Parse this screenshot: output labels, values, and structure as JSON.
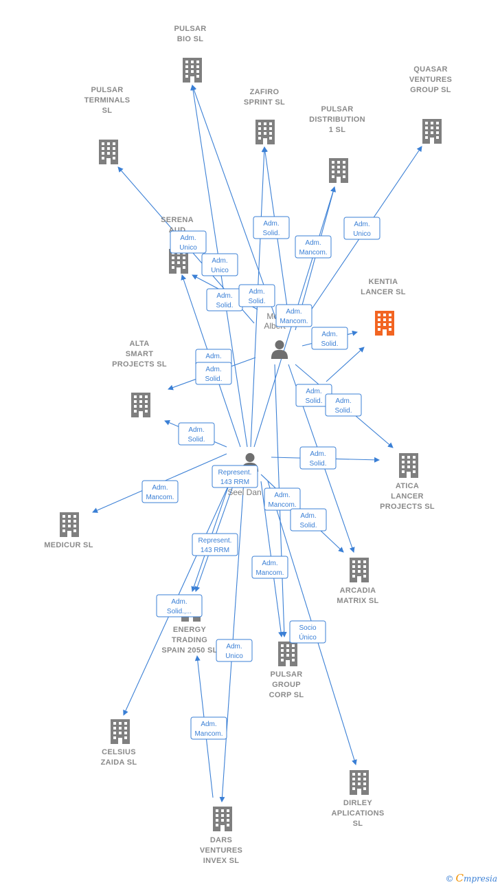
{
  "colors": {
    "edge": "#3a7fd5",
    "building": "#7f7f7f",
    "highlight": "#f26522",
    "person": "#6f6f6f"
  },
  "people": [
    {
      "id": "p1",
      "lines": [
        "Mon",
        "Albert"
      ],
      "icon": "person-icon"
    },
    {
      "id": "p2",
      "lines": [
        "a",
        "Seel Dan"
      ],
      "icon": "person-icon"
    }
  ],
  "companies": [
    {
      "id": "pulsar_bio",
      "lines": [
        "PULSAR",
        "BIO  SL"
      ]
    },
    {
      "id": "zafiro",
      "lines": [
        "ZAFIRO",
        "SPRINT  SL"
      ]
    },
    {
      "id": "quasar",
      "lines": [
        "QUASAR",
        "VENTURES",
        "GROUP  SL"
      ]
    },
    {
      "id": "pulsar_terminals",
      "lines": [
        "PULSAR",
        "TERMINALS",
        "SL"
      ]
    },
    {
      "id": "pulsar_distribution",
      "lines": [
        "PULSAR",
        "DISTRIBUTION",
        "1  SL"
      ]
    },
    {
      "id": "serena",
      "lines": [
        "SERENA",
        "AUD"
      ]
    },
    {
      "id": "kentia",
      "lines": [
        "KENTIA",
        "LANCER  SL"
      ],
      "highlight": true
    },
    {
      "id": "alta",
      "lines": [
        "ALTA",
        "SMART",
        "PROJECTS  SL"
      ]
    },
    {
      "id": "atica",
      "lines": [
        "ATICA",
        "LANCER",
        "PROJECTS  SL"
      ]
    },
    {
      "id": "medicur",
      "lines": [
        "MEDICUR SL"
      ]
    },
    {
      "id": "arcadia",
      "lines": [
        "ARCADIA",
        "MATRIX  SL"
      ]
    },
    {
      "id": "energy",
      "lines": [
        "ENERGY",
        "TRADING",
        "SPAIN 2050  SL"
      ]
    },
    {
      "id": "pulsar_group",
      "lines": [
        "PULSAR",
        "GROUP",
        "CORP  SL"
      ]
    },
    {
      "id": "celsius",
      "lines": [
        "CELSIUS",
        "ZAIDA  SL"
      ]
    },
    {
      "id": "dirley",
      "lines": [
        "DIRLEY",
        "APLICATIONS",
        "SL"
      ]
    },
    {
      "id": "dars",
      "lines": [
        "DARS",
        "VENTURES",
        "INVEX  SL"
      ]
    }
  ],
  "edge_labels": [
    [
      "Adm.",
      "Solid."
    ],
    [
      "Adm.",
      "Unico"
    ],
    [
      "Adm.",
      "Unico"
    ],
    [
      "Adm.",
      "Mancom."
    ],
    [
      "Adm.",
      "Unico"
    ],
    [
      "Adm.",
      "Solid."
    ],
    [
      "Adm.",
      "Solid."
    ],
    [
      "Adm.",
      "Mancom."
    ],
    [
      "Adm.",
      "Solid."
    ],
    [
      "Adm.",
      "Solid."
    ],
    [
      "Adm.",
      "Solid."
    ],
    [
      "Adm.",
      "Solid."
    ],
    [
      "Adm.",
      "Solid."
    ],
    [
      "Adm.",
      "Solid."
    ],
    [
      "Adm.",
      "Solid."
    ],
    [
      "Represent.",
      "143 RRM"
    ],
    [
      "Adm.",
      "Mancom."
    ],
    [
      "Adm.",
      "Mancom."
    ],
    [
      "Adm.",
      "Solid."
    ],
    [
      "Represent.",
      "143 RRM"
    ],
    [
      "Adm.",
      "Mancom."
    ],
    [
      "Adm.",
      "Solid.,..."
    ],
    [
      "Socio",
      "Único"
    ],
    [
      "Adm.",
      "Unico"
    ],
    [
      "Adm.",
      "Mancom."
    ]
  ],
  "footer": {
    "copyright": "©",
    "brand_first": "C",
    "brand_rest": "mpresia"
  }
}
